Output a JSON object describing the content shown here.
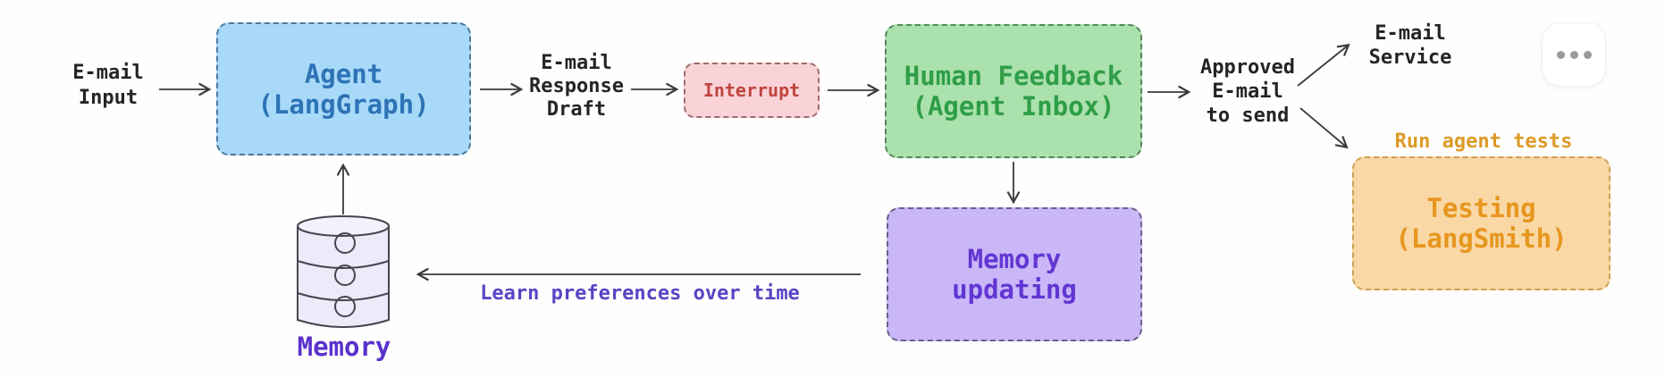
{
  "diagram": {
    "email_input_label": "E-mail\nInput",
    "agent_box": {
      "label": "Agent\n(LangGraph)",
      "fill": "#a8d9f8",
      "text_color": "#2d73b6"
    },
    "email_response_draft_label": "E-mail\nResponse\nDraft",
    "interrupt_box": {
      "label": "Interrupt",
      "fill": "#f9d3d7",
      "text_color": "#c0443e"
    },
    "human_feedback_box": {
      "label": "Human Feedback\n(Agent Inbox)",
      "fill": "#abe1ac",
      "text_color": "#2f9e48"
    },
    "approved_email_label": "Approved\nE-mail\nto send",
    "email_service_label": "E-mail\nService",
    "run_agent_tests_label": "Run agent tests",
    "testing_box": {
      "label": "Testing\n(LangSmith)",
      "fill": "#f9d8a6",
      "text_color": "#e7961e"
    },
    "memory_updating_box": {
      "label": "Memory\nupdating",
      "fill": "#c9b7f8",
      "text_color": "#6236d2"
    },
    "memory_store_label": "Memory",
    "learn_preferences_label": "Learn preferences over time",
    "flow_label_color": "#242424",
    "arrow_color": "#3a3a3a",
    "background": "#fefefe"
  },
  "toolbar": {
    "more_button_icon": "ellipsis",
    "dots_color": "#9b9b9b"
  }
}
